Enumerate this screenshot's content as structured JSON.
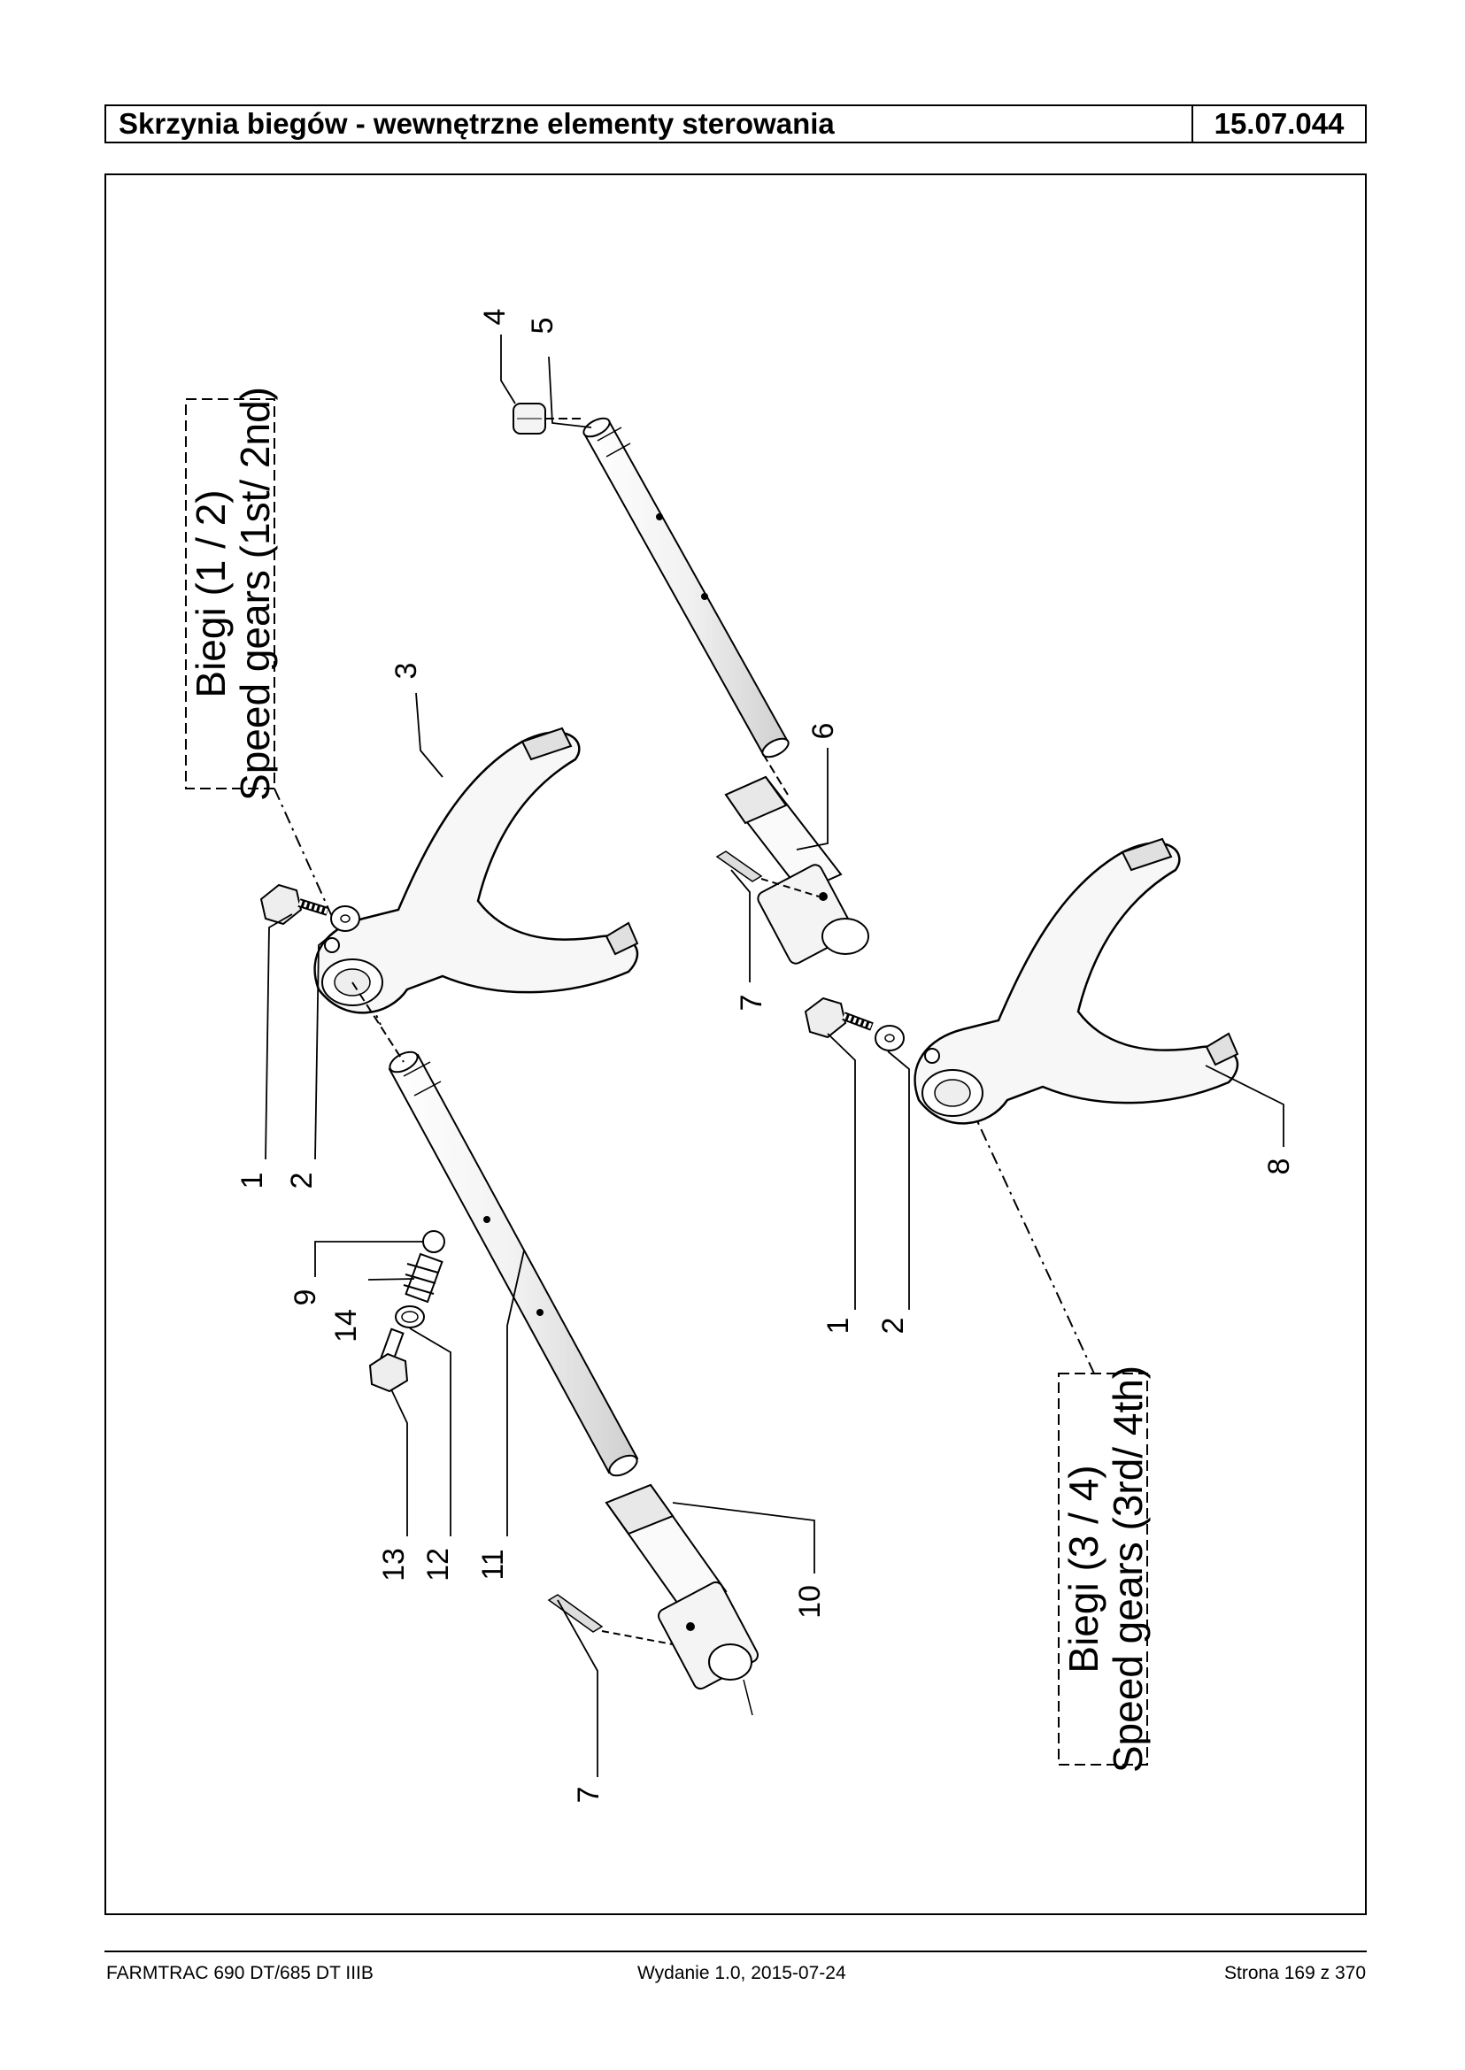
{
  "header": {
    "title": "Skrzynia biegów - wewnętrzne elementy sterowania",
    "code": "15.07.044"
  },
  "figure": {
    "group_a": {
      "line1": "Biegi (1 / 2)",
      "line2": "Speed gears (1st/ 2nd)"
    },
    "group_b": {
      "line1": "Biegi (3 / 4)",
      "line2": "Speed gears (3rd/ 4th)"
    },
    "callouts": {
      "c1a": "1",
      "c2a": "2",
      "c3": "3",
      "c4": "4",
      "c5": "5",
      "c6": "6",
      "c7a": "7",
      "c1b": "1",
      "c2b": "2",
      "c8": "8",
      "c9": "9",
      "c14": "14",
      "c13": "13",
      "c12": "12",
      "c11": "11",
      "c10": "10",
      "c7b": "7"
    }
  },
  "footer": {
    "model": "FARMTRAC 690 DT/685 DT IIIB",
    "edition": "Wydanie 1.0,  2015-07-24",
    "page": "Strona 169 z 370"
  }
}
